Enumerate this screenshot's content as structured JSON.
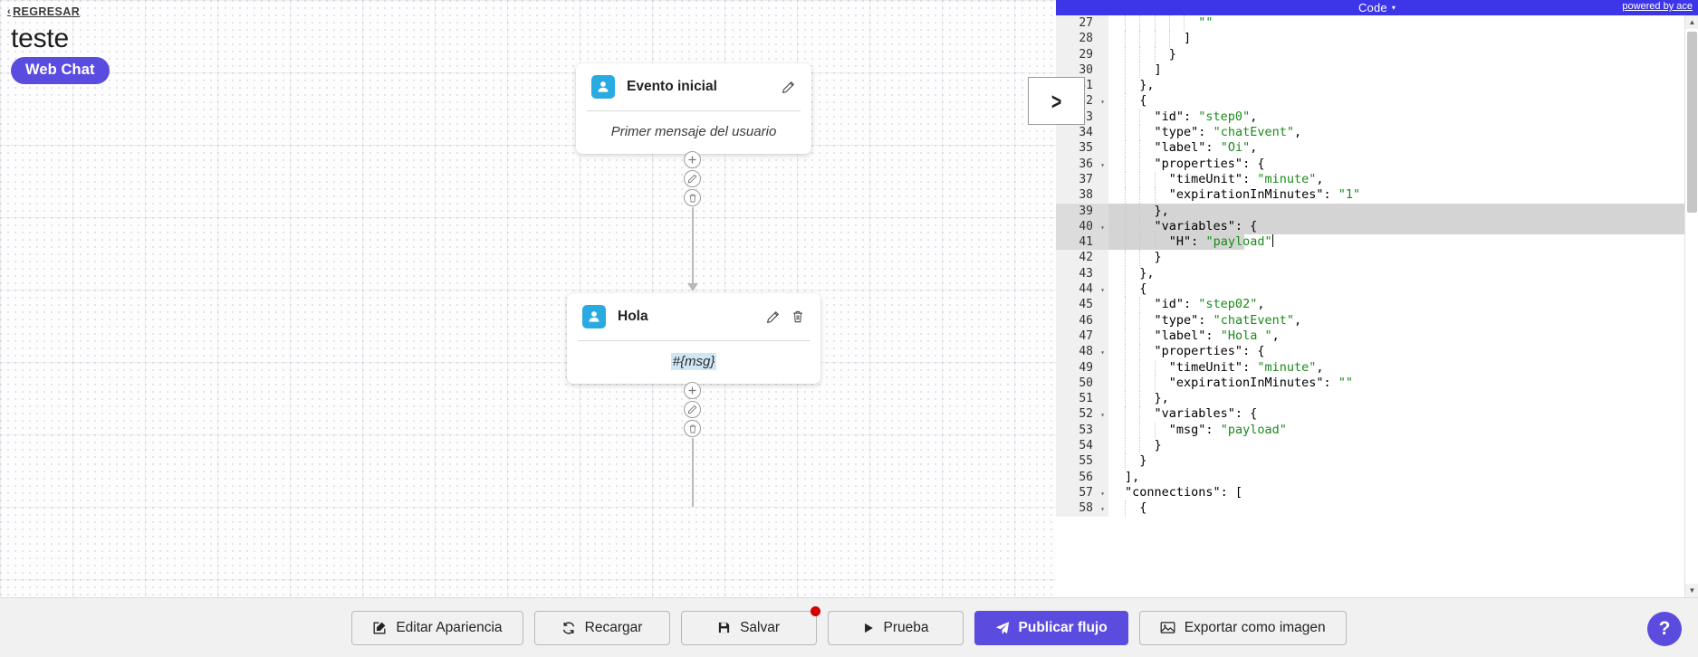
{
  "canvas": {
    "back_link": {
      "label": "REGRESAR",
      "chevron": "‹"
    },
    "flow_title": "teste",
    "channel_badge": "Web Chat",
    "nodes": [
      {
        "title": "Evento inicial",
        "icon": "user-icon",
        "body_text": "Primer mensaje del usuario",
        "has_delete": false
      },
      {
        "title": "Hola",
        "icon": "user-icon",
        "body_text": "#{msg}",
        "has_delete": true
      }
    ],
    "node_toolbars": [
      {
        "add": "add-icon",
        "edit": "pencil-icon",
        "delete": "trash-icon"
      },
      {
        "add": "add-icon",
        "edit": "pencil-icon",
        "delete": "trash-icon"
      }
    ]
  },
  "code_panel": {
    "header_title": "Code",
    "header_caret": "▾",
    "ace_credit": "powered by ace",
    "scroll_up": "▲",
    "scroll_down": "▼",
    "lines": [
      {
        "n": "27",
        "fold": "",
        "sel": "",
        "text": "          \"\""
      },
      {
        "n": "28",
        "fold": "",
        "sel": "",
        "text": "        ]"
      },
      {
        "n": "29",
        "fold": "",
        "sel": "",
        "text": "      }"
      },
      {
        "n": "30",
        "fold": "",
        "sel": "",
        "text": "    ]"
      },
      {
        "n": "31",
        "fold": "",
        "sel": "",
        "text": "  },"
      },
      {
        "n": "32",
        "fold": "▾",
        "sel": "",
        "text": "  {"
      },
      {
        "n": "33",
        "fold": "",
        "sel": "",
        "text": "    \"id\": \"step0\","
      },
      {
        "n": "34",
        "fold": "",
        "sel": "",
        "text": "    \"type\": \"chatEvent\","
      },
      {
        "n": "35",
        "fold": "",
        "sel": "",
        "text": "    \"label\": \"Oi\","
      },
      {
        "n": "36",
        "fold": "▾",
        "sel": "",
        "text": "    \"properties\": {"
      },
      {
        "n": "37",
        "fold": "",
        "sel": "",
        "text": "      \"timeUnit\": \"minute\","
      },
      {
        "n": "38",
        "fold": "",
        "sel": "",
        "text": "      \"expirationInMinutes\": \"1\""
      },
      {
        "n": "39",
        "fold": "",
        "sel": "full",
        "text": "    },"
      },
      {
        "n": "40",
        "fold": "▾",
        "sel": "full",
        "text": "    \"variables\": {"
      },
      {
        "n": "41",
        "fold": "",
        "sel": "partial",
        "text": "      \"H\": \"payload\"",
        "caret": true
      },
      {
        "n": "42",
        "fold": "",
        "sel": "",
        "text": "    }"
      },
      {
        "n": "43",
        "fold": "",
        "sel": "",
        "text": "  },"
      },
      {
        "n": "44",
        "fold": "▾",
        "sel": "",
        "text": "  {"
      },
      {
        "n": "45",
        "fold": "",
        "sel": "",
        "text": "    \"id\": \"step02\","
      },
      {
        "n": "46",
        "fold": "",
        "sel": "",
        "text": "    \"type\": \"chatEvent\","
      },
      {
        "n": "47",
        "fold": "",
        "sel": "",
        "text": "    \"label\": \"Hola \","
      },
      {
        "n": "48",
        "fold": "▾",
        "sel": "",
        "text": "    \"properties\": {"
      },
      {
        "n": "49",
        "fold": "",
        "sel": "",
        "text": "      \"timeUnit\": \"minute\","
      },
      {
        "n": "50",
        "fold": "",
        "sel": "",
        "text": "      \"expirationInMinutes\": \"\""
      },
      {
        "n": "51",
        "fold": "",
        "sel": "",
        "text": "    },"
      },
      {
        "n": "52",
        "fold": "▾",
        "sel": "",
        "text": "    \"variables\": {"
      },
      {
        "n": "53",
        "fold": "",
        "sel": "",
        "text": "      \"msg\": \"payload\""
      },
      {
        "n": "54",
        "fold": "",
        "sel": "",
        "text": "    }"
      },
      {
        "n": "55",
        "fold": "",
        "sel": "",
        "text": "  }"
      },
      {
        "n": "56",
        "fold": "",
        "sel": "",
        "text": "],"
      },
      {
        "n": "57",
        "fold": "▾",
        "sel": "",
        "text": "\"connections\": ["
      },
      {
        "n": "58",
        "fold": "▾",
        "sel": "",
        "text": "  {"
      }
    ]
  },
  "toolbar": {
    "buttons": [
      {
        "label": "Editar Apariencia",
        "icon": "edit-square-icon",
        "primary": false,
        "dot": false
      },
      {
        "label": "Recargar",
        "icon": "refresh-icon",
        "primary": false,
        "dot": false
      },
      {
        "label": "Salvar",
        "icon": "save-disk-icon",
        "primary": false,
        "dot": true
      },
      {
        "label": "Prueba",
        "icon": "play-icon",
        "primary": false,
        "dot": false
      },
      {
        "label": "Publicar flujo",
        "icon": "send-icon",
        "primary": true,
        "dot": false
      },
      {
        "label": "Exportar como imagen",
        "icon": "image-icon",
        "primary": false,
        "dot": false
      }
    ],
    "help_label": "?"
  },
  "colors": {
    "brand_purple": "#5b4ce0",
    "editor_header_blue": "#3d35e8",
    "node_icon_blue": "#29abe2",
    "alert_red": "#d40000",
    "var_chip_bg": "#cfe7f5",
    "string_green": "#1a8a1a"
  }
}
